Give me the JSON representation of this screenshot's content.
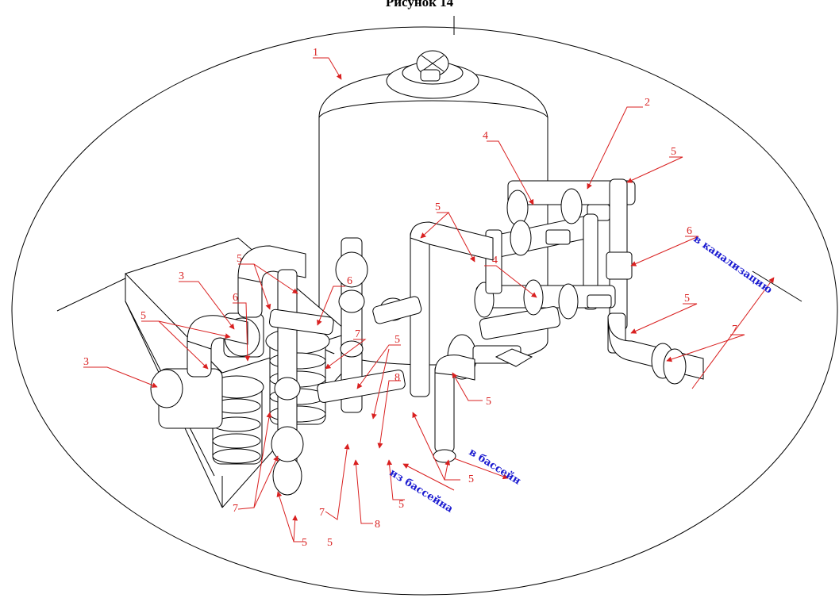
{
  "title": "Рисунок 14",
  "colors": {
    "line": "#000000",
    "callout": "#d92020",
    "flow_text": "#1a1ad0"
  },
  "callouts": {
    "c1": "1",
    "c2": "2",
    "c3a": "3",
    "c3b": "3",
    "c4a": "4",
    "c4b": "4",
    "c5a": "5",
    "c5b": "5",
    "c5c": "5",
    "c5d": "5",
    "c5e": "5",
    "c5f": "5",
    "c5g": "5",
    "c5h": "5",
    "c5i": "5",
    "c5j": "5",
    "c5k": "5",
    "c6a": "6",
    "c6b": "6",
    "c6c": "6",
    "c7a": "7",
    "c7b": "7",
    "c7c": "7",
    "c7d": "7",
    "c8a": "8",
    "c8b": "8"
  },
  "flows": {
    "to_pool": "в бассейн",
    "from_pool": "из бассейна",
    "to_sewer": "в канализацию"
  }
}
